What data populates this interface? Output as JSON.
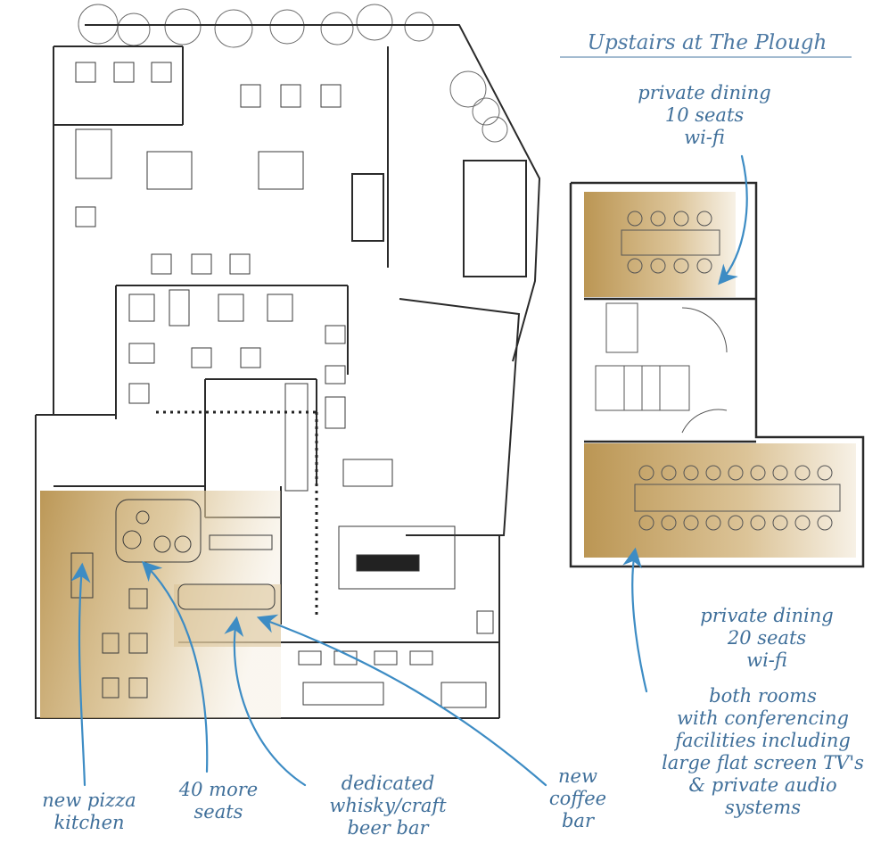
{
  "title": "Upstairs at The Plough",
  "annotations": {
    "private_dining_10": [
      "private dining",
      "10 seats",
      "wi-fi"
    ],
    "private_dining_20": [
      "private dining",
      "20 seats",
      "wi-fi"
    ],
    "conferencing": [
      "both rooms",
      "with conferencing",
      "facilities including",
      "large flat screen TV's",
      "& private audio",
      "systems"
    ],
    "pizza_kitchen": [
      "new pizza",
      "kitchen"
    ],
    "more_seats": [
      "40 more",
      "seats"
    ],
    "whisky_bar": [
      "dedicated",
      "whisky/craft",
      "beer bar"
    ],
    "coffee_bar": [
      "new",
      "coffee",
      "bar"
    ]
  },
  "colors": {
    "ink": "#2a2a2a",
    "annotation": "#3f6f9a",
    "arrow": "#3d8cc4",
    "highlight": "#c9a868"
  }
}
